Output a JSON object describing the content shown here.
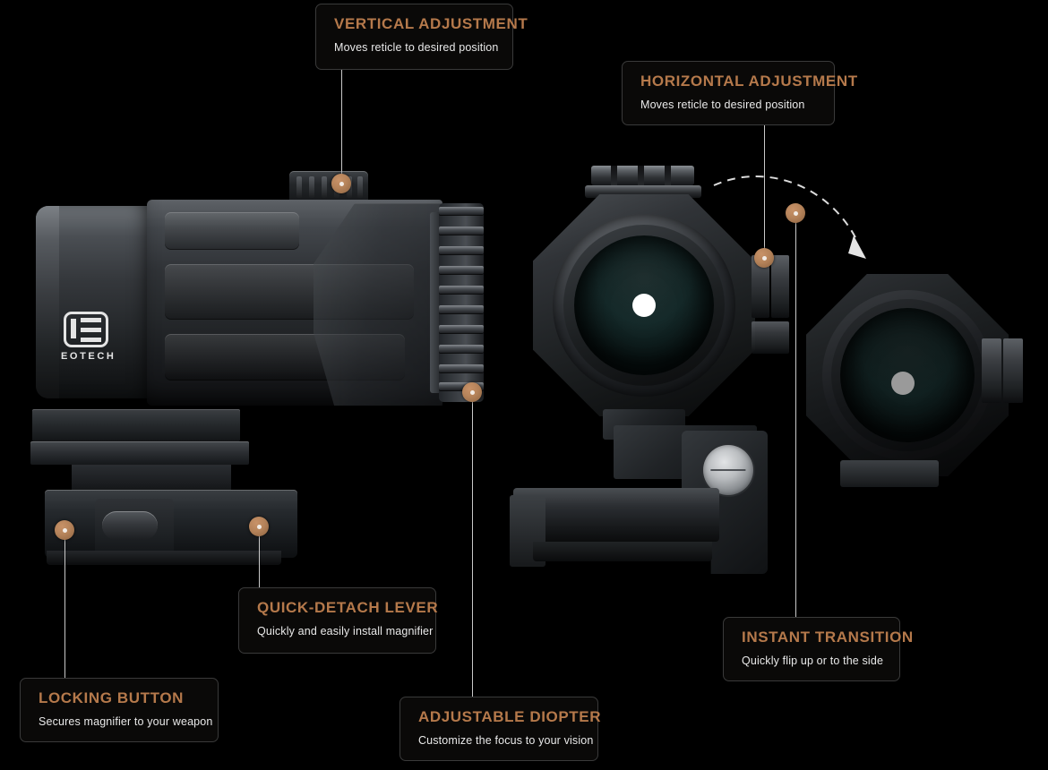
{
  "page": {
    "background_color": "#000000",
    "accent_color": "#b5794b",
    "text_color": "#e9e9e9",
    "marker_color": "#b5835a",
    "brand": "EOTECH"
  },
  "product": {
    "brand_mark_label": "EOTECH",
    "views": [
      {
        "name": "side-profile-view"
      },
      {
        "name": "front-objective-view"
      },
      {
        "name": "flipped-aside-view"
      }
    ]
  },
  "callouts": [
    {
      "id": "vertical-adjustment",
      "title": "VERTICAL  ADJUSTMENT",
      "subtitle": "Moves reticle to desired position"
    },
    {
      "id": "horizontal-adjustment",
      "title": "HORIZONTAL ADJUSTMENT",
      "subtitle": "Moves reticle to desired position"
    },
    {
      "id": "quick-detach-lever",
      "title": "QUICK-DETACH LEVER",
      "subtitle": "Quickly and easily install magnifier"
    },
    {
      "id": "instant-transition",
      "title": "INSTANT TRANSITION",
      "subtitle": "Quickly flip up or to the side"
    },
    {
      "id": "locking-button",
      "title": "LOCKING BUTTON",
      "subtitle": "Secures magnifier to your weapon"
    },
    {
      "id": "adjustable-diopter",
      "title": "ADJUSTABLE DIOPTER",
      "subtitle": "Customize the focus to your vision"
    }
  ]
}
